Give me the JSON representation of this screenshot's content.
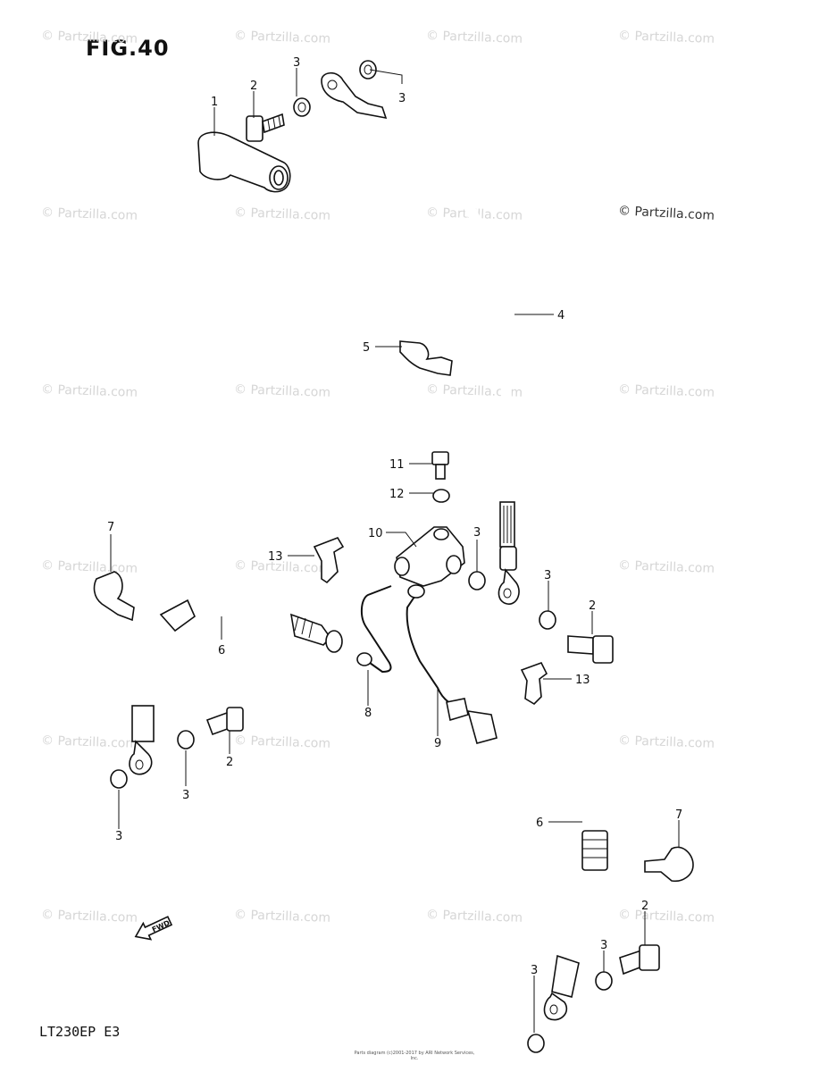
{
  "figure_label": "FIG.40",
  "model_code": "LT230EP  E3",
  "footer_note": "Parts diagram (c)2001-2017 by ARI Network Services, Inc.",
  "watermark_text": "© Partzilla.com",
  "callouts": [
    "1",
    "2",
    "3",
    "3",
    "4",
    "5",
    "7",
    "6",
    "11",
    "12",
    "10",
    "13",
    "3",
    "3",
    "2",
    "2",
    "3",
    "3",
    "8",
    "9",
    "13",
    "6",
    "7",
    "2",
    "3",
    "3"
  ],
  "direction_label": "FWD"
}
